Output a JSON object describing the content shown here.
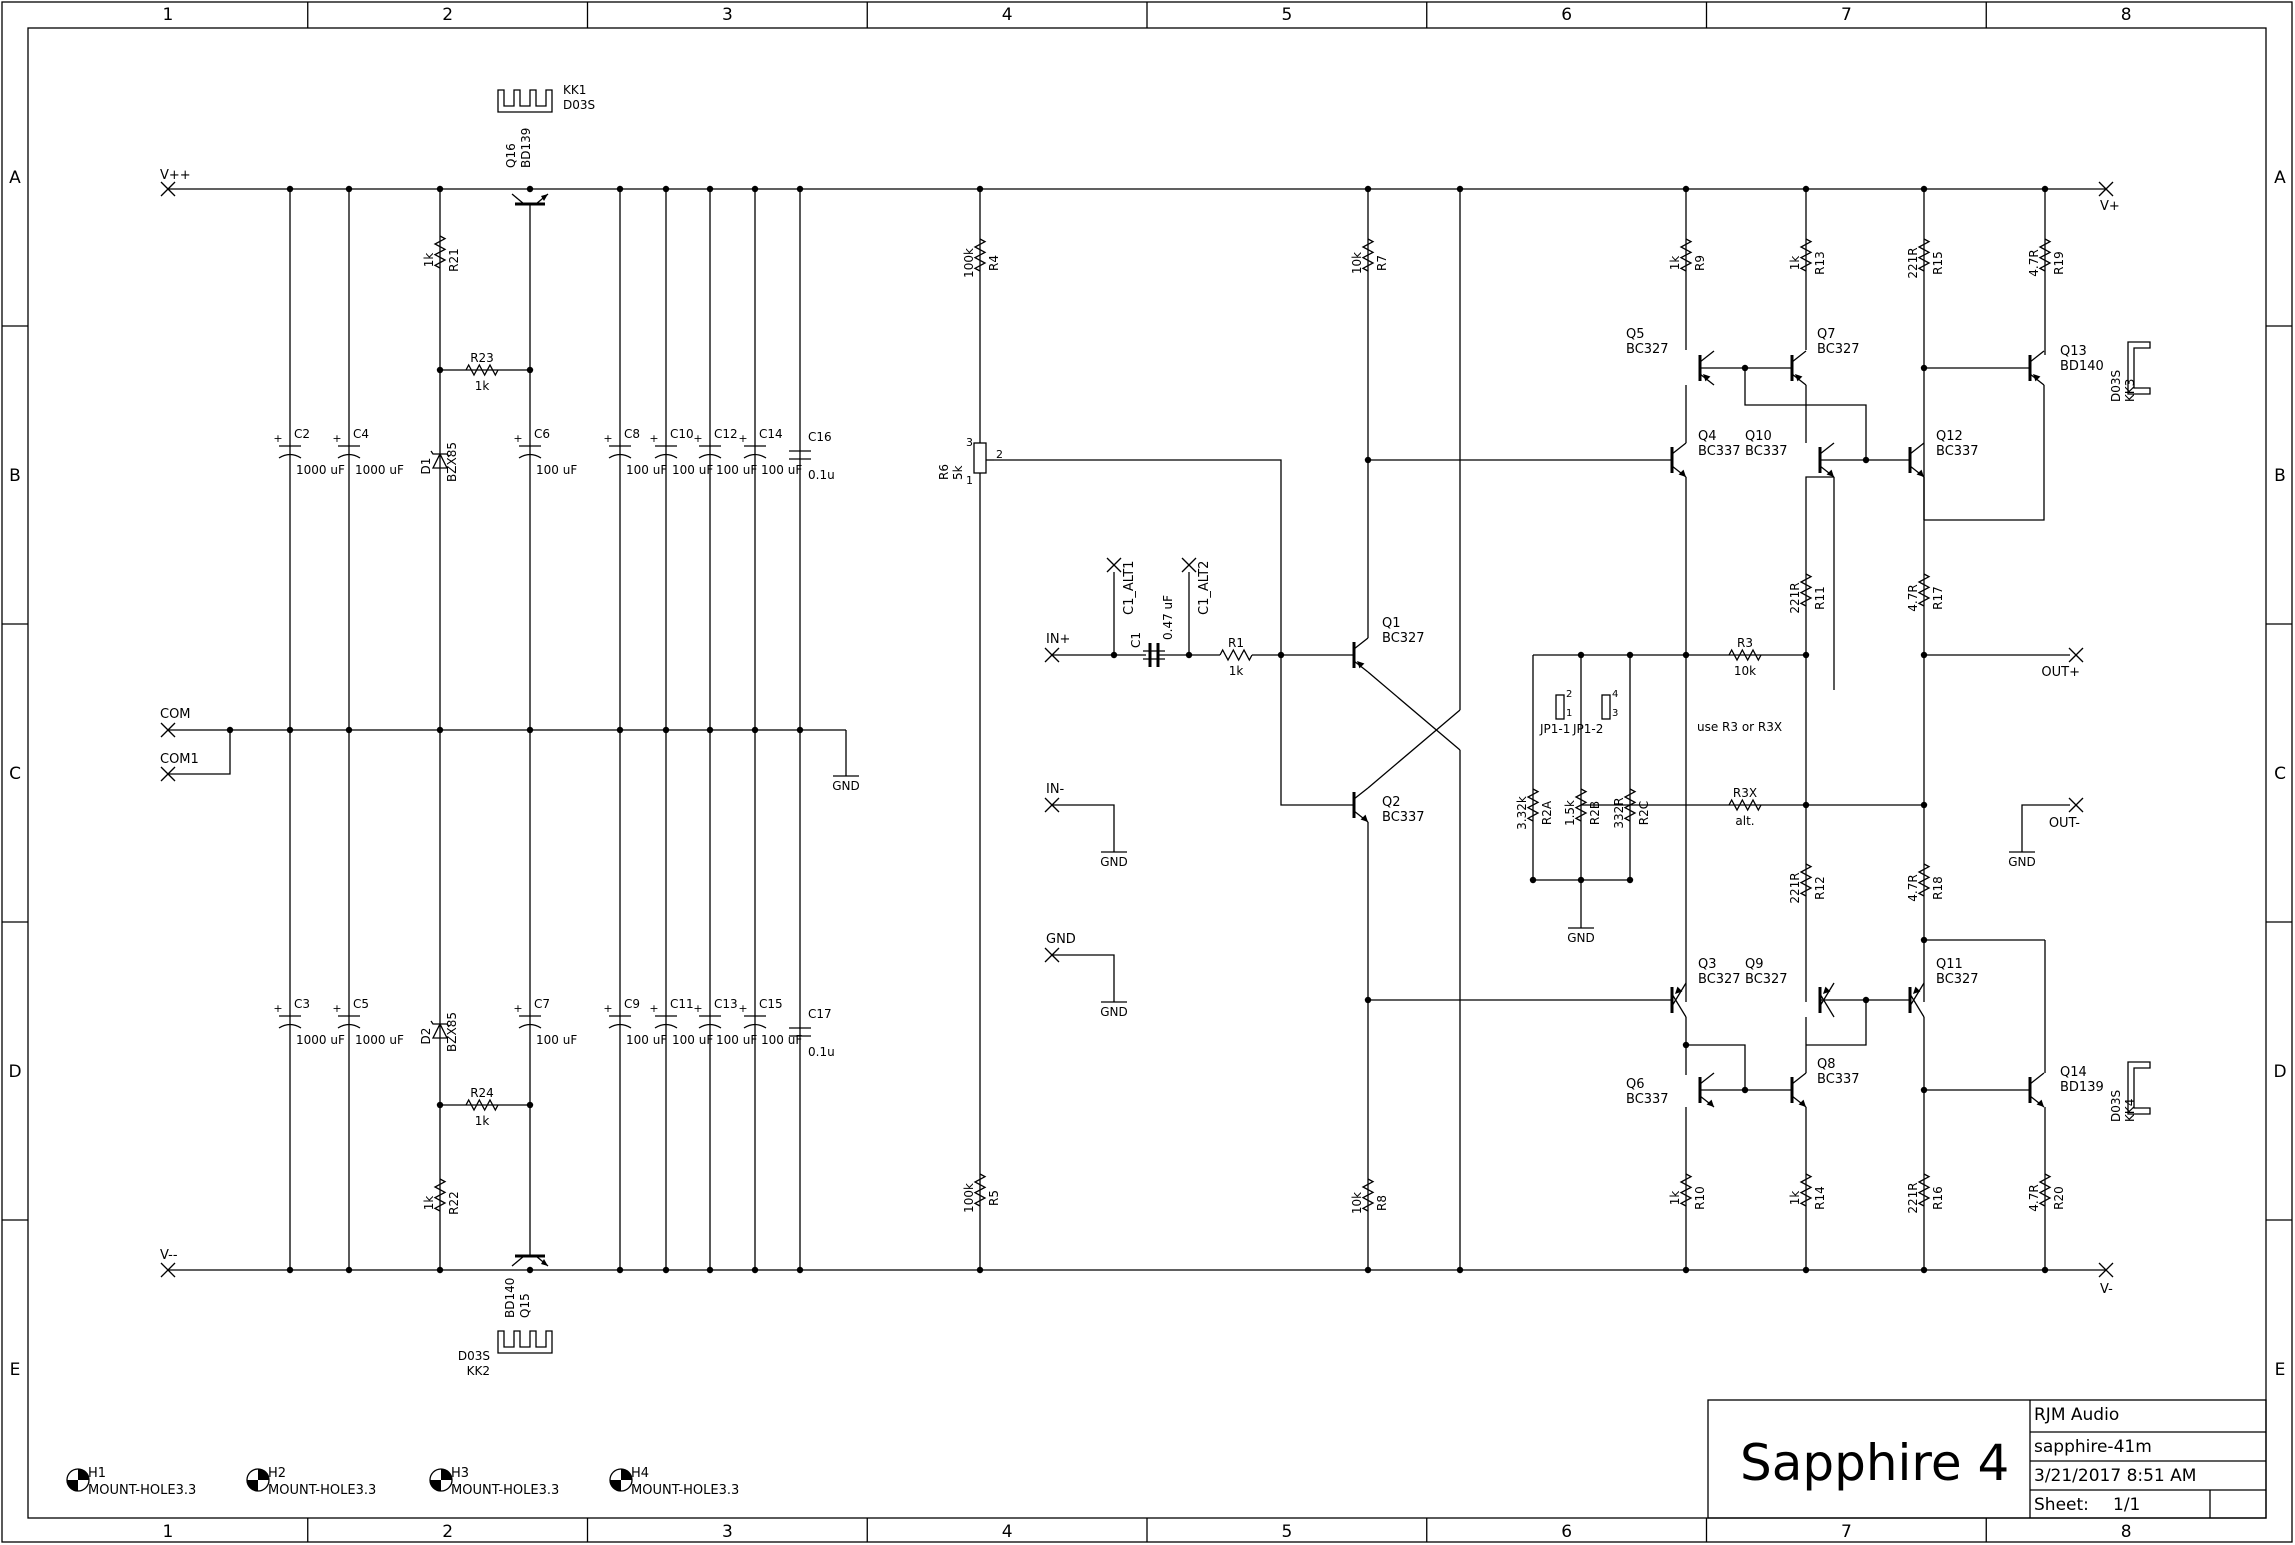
{
  "frame": {
    "columns": [
      "1",
      "2",
      "3",
      "4",
      "5",
      "6",
      "7",
      "8"
    ],
    "rows": [
      "A",
      "B",
      "C",
      "D",
      "E"
    ]
  },
  "title_block": {
    "title": "Sapphire 4",
    "company": "RJM Audio",
    "file": "sapphire-41m",
    "date": "3/21/2017 8:51 AM",
    "sheet_label": "Sheet:",
    "sheet_value": "1/1"
  },
  "ports": {
    "vpp": "V++",
    "vmm": "V--",
    "com": "COM",
    "com1": "COM1",
    "vp": "V+",
    "vm": "V-",
    "inp": "IN+",
    "inm": "IN-",
    "gnd": "GND",
    "outp": "OUT+",
    "outm": "OUT-",
    "c1alt1": "C1_ALT1",
    "c1alt2": "C1_ALT2"
  },
  "gnd_label": "GND",
  "note": "use R3 or R3X",
  "resistors": [
    {
      "ref": "R21",
      "val": "1k"
    },
    {
      "ref": "R22",
      "val": "1k"
    },
    {
      "ref": "R23",
      "val": "1k"
    },
    {
      "ref": "R24",
      "val": "1k"
    },
    {
      "ref": "R4",
      "val": "100k"
    },
    {
      "ref": "R5",
      "val": "100k"
    },
    {
      "ref": "R7",
      "val": "10k"
    },
    {
      "ref": "R8",
      "val": "10k"
    },
    {
      "ref": "R1",
      "val": "1k"
    },
    {
      "ref": "R9",
      "val": "1k"
    },
    {
      "ref": "R13",
      "val": "1k"
    },
    {
      "ref": "R15",
      "val": "221R"
    },
    {
      "ref": "R19",
      "val": "4.7R"
    },
    {
      "ref": "R11",
      "val": "221R"
    },
    {
      "ref": "R17",
      "val": "4.7R"
    },
    {
      "ref": "R12",
      "val": "221R"
    },
    {
      "ref": "R18",
      "val": "4.7R"
    },
    {
      "ref": "R10",
      "val": "1k"
    },
    {
      "ref": "R14",
      "val": "1k"
    },
    {
      "ref": "R16",
      "val": "221R"
    },
    {
      "ref": "R20",
      "val": "4.7R"
    },
    {
      "ref": "R3",
      "val": "10k"
    },
    {
      "ref": "R3X",
      "val": "alt."
    },
    {
      "ref": "R2A",
      "val": "3.32k"
    },
    {
      "ref": "R2B",
      "val": "1.5k"
    },
    {
      "ref": "R2C",
      "val": "332R"
    }
  ],
  "pot": {
    "ref": "R6",
    "val": "5k",
    "pins": [
      "1",
      "2",
      "3"
    ]
  },
  "capacitors": [
    {
      "ref": "C2",
      "val": "1000 uF"
    },
    {
      "ref": "C4",
      "val": "1000 uF"
    },
    {
      "ref": "C6",
      "val": "100 uF"
    },
    {
      "ref": "C8",
      "val": "100 uF"
    },
    {
      "ref": "C10",
      "val": "100 uF"
    },
    {
      "ref": "C12",
      "val": "100 uF"
    },
    {
      "ref": "C14",
      "val": "100 uF"
    },
    {
      "ref": "C16",
      "val": "0.1u"
    },
    {
      "ref": "C3",
      "val": "1000 uF"
    },
    {
      "ref": "C5",
      "val": "1000 uF"
    },
    {
      "ref": "C7",
      "val": "100 uF"
    },
    {
      "ref": "C9",
      "val": "100 uF"
    },
    {
      "ref": "C11",
      "val": "100 uF"
    },
    {
      "ref": "C13",
      "val": "100 uF"
    },
    {
      "ref": "C15",
      "val": "100 uF"
    },
    {
      "ref": "C17",
      "val": "0.1u"
    },
    {
      "ref": "C1",
      "val": "0.47 uF"
    }
  ],
  "diodes": [
    {
      "ref": "D1",
      "val": "BZX85"
    },
    {
      "ref": "D2",
      "val": "BZX85"
    }
  ],
  "transistors": [
    {
      "ref": "Q16",
      "val": "BD139"
    },
    {
      "ref": "Q15",
      "val": "BD140"
    },
    {
      "ref": "Q1",
      "val": "BC327"
    },
    {
      "ref": "Q2",
      "val": "BC337"
    },
    {
      "ref": "Q5",
      "val": "BC327"
    },
    {
      "ref": "Q7",
      "val": "BC327"
    },
    {
      "ref": "Q4",
      "val": "BC337"
    },
    {
      "ref": "Q10",
      "val": "BC337"
    },
    {
      "ref": "Q12",
      "val": "BC337"
    },
    {
      "ref": "Q13",
      "val": "BD140"
    },
    {
      "ref": "Q3",
      "val": "BC327"
    },
    {
      "ref": "Q9",
      "val": "BC327"
    },
    {
      "ref": "Q11",
      "val": "BC327"
    },
    {
      "ref": "Q6",
      "val": "BC337"
    },
    {
      "ref": "Q8",
      "val": "BC337"
    },
    {
      "ref": "Q14",
      "val": "BD139"
    }
  ],
  "heatsinks": [
    {
      "ref": "KK1",
      "val": "D03S"
    },
    {
      "ref": "KK2",
      "val": "D03S"
    },
    {
      "ref": "KK3",
      "val": "D03S"
    },
    {
      "ref": "KK4",
      "val": "D03S"
    }
  ],
  "jumpers": [
    {
      "ref": "JP1-1",
      "pins": [
        "2",
        "1"
      ]
    },
    {
      "ref": "JP1-2",
      "pins": [
        "4",
        "3"
      ]
    }
  ],
  "holes": [
    {
      "ref": "H1",
      "val": "MOUNT-HOLE3.3"
    },
    {
      "ref": "H2",
      "val": "MOUNT-HOLE3.3"
    },
    {
      "ref": "H3",
      "val": "MOUNT-HOLE3.3"
    },
    {
      "ref": "H4",
      "val": "MOUNT-HOLE3.3"
    }
  ]
}
